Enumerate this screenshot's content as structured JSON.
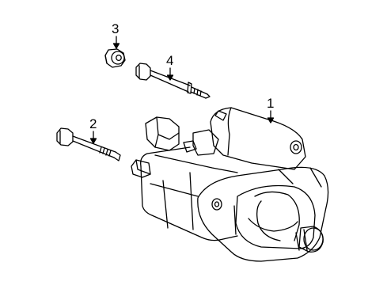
{
  "diagram": {
    "callouts": [
      {
        "id": "1",
        "label": "1"
      },
      {
        "id": "2",
        "label": "2"
      },
      {
        "id": "3",
        "label": "3"
      },
      {
        "id": "4",
        "label": "4"
      }
    ],
    "parts": {
      "starter": "starter-motor",
      "bolt_2": "mounting-bolt",
      "nut_3": "flange-nut",
      "bolt_4": "stud-bolt"
    }
  }
}
